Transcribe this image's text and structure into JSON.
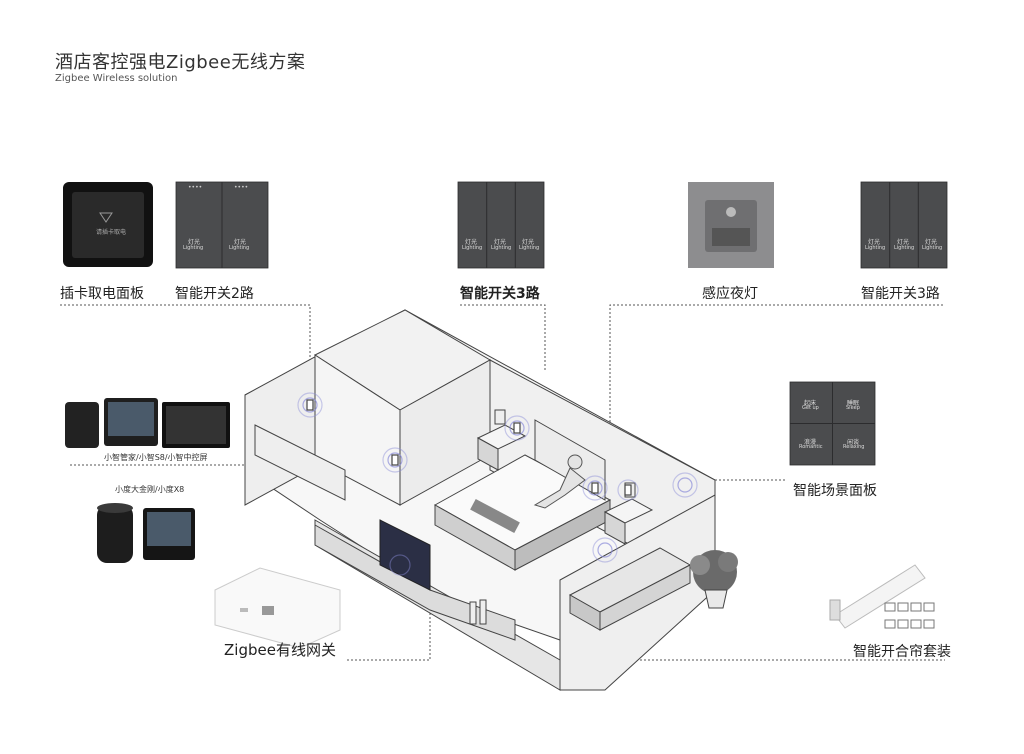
{
  "header": {
    "title": "酒店客控强电Zigbee无线方案",
    "subtitle": "Zigbee Wireless solution"
  },
  "devices": {
    "card_panel": {
      "label": "插卡取电面板",
      "panel_text": "请插卡取电"
    },
    "switch_2": {
      "label": "智能开关2路",
      "key_text": "灯光",
      "key_sub": "Lighting"
    },
    "switch_3_center": {
      "label": "智能开关3路",
      "key_text": "灯光",
      "key_sub": "Lighting"
    },
    "night_light": {
      "label": "感应夜灯"
    },
    "switch_3_right": {
      "label": "智能开关3路",
      "key_text": "灯光",
      "key_sub": "Lighting"
    },
    "scene_panel": {
      "label": "智能场景面板",
      "keys": [
        {
          "text": "起床",
          "sub": "Get up"
        },
        {
          "text": "睡眠",
          "sub": "Sleep"
        },
        {
          "text": "浪漫",
          "sub": "Romantic"
        },
        {
          "text": "闲谈",
          "sub": "Relaxing"
        }
      ]
    },
    "speakers_row1": {
      "label": "小智管家/小智S8/小智中控屏"
    },
    "speakers_row2": {
      "label": "小度大金刚/小度X8"
    },
    "gateway": {
      "label": "Zigbee有线网关"
    },
    "curtain": {
      "label": "智能开合帘套装"
    }
  },
  "colors": {
    "panel_dark": "#4b4c4e",
    "wall": "#f4f4f4",
    "line": "#555555",
    "signal": "#6b6fd6"
  }
}
